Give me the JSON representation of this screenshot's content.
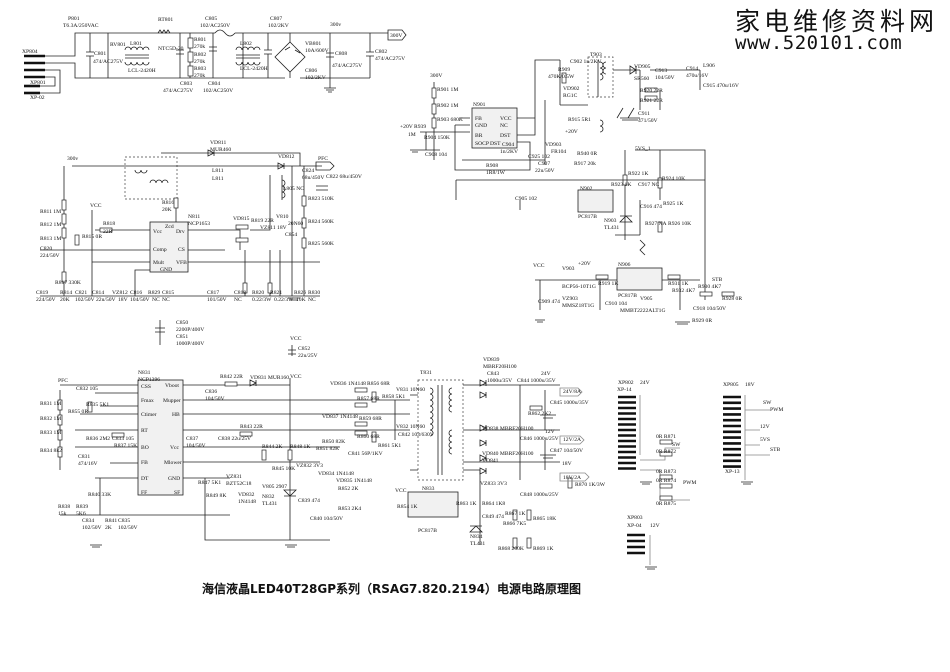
{
  "watermark": {
    "site_name": "家电维修资料网",
    "url": "www.520101.com"
  },
  "title": "海信液晶LED40T28GP系列（RSAG7.820.2194）电源电路原理图",
  "ic_pins": {
    "n901": [
      "FB",
      "GND",
      "BR",
      "SOCP",
      "VCC",
      "NC",
      "DST",
      "DST"
    ],
    "n811": [
      "Vcc",
      "Comp",
      "Mult",
      "GND",
      "Drv",
      "CS",
      "VFB",
      "Zcd"
    ],
    "n831": [
      "CSS",
      "Fmax",
      "Ctimer",
      "RT",
      "BO",
      "FB",
      "DT",
      "FF",
      "Vboot",
      "Mupper",
      "HB",
      "Vcc",
      "Mlower",
      "GND",
      "SF"
    ]
  },
  "labels": [
    "XP804",
    "P801",
    "T6.3A/250VAC",
    "RT801",
    "NTC5D-20",
    "L801",
    "LCL-2420H",
    "C801",
    "474/AC275V",
    "RV801",
    "C805",
    "102/AC250V",
    "R801",
    "270k",
    "R802",
    "270k",
    "R803",
    "270k",
    "C803",
    "474/AC275V",
    "C804",
    "102/AC250V",
    "L802",
    "LCL-2420H",
    "C807",
    "102/2KV",
    "VB801",
    "10A/600V",
    "C806",
    "102/2KV",
    "300v",
    "C808",
    "474/AC275V",
    "C802",
    "474/AC275V",
    "300V",
    "XP801",
    "XP-02",
    "300V",
    "R901 1M",
    "R902 1M",
    "R903 680K",
    "+20V",
    "R939",
    "1M",
    "R904 150K",
    "C908 104",
    "N901",
    "C904",
    "1n/2KV",
    "C925 102",
    "C907",
    "22u/50V",
    "R908",
    "1R8/1W",
    "R909",
    "470K/0.5W",
    "C902 1n/2KV",
    "VD902",
    "RG1C",
    "T903",
    "R915 5R1",
    "VD903",
    "FR104",
    "+20V",
    "R940 0R",
    "R917 20k",
    "VD905",
    "SR560",
    "C913",
    "104/50V",
    "C914",
    "470u/16V",
    "L906",
    "C915 470u/16V",
    "R920 22R",
    "R921 22R",
    "C911",
    "471/50V",
    "5VS_1",
    "R922 1K",
    "R924 10K",
    "N902",
    "PC817B",
    "R923 1K",
    "C917 NC",
    "C916 474",
    "R925 1K",
    "N903",
    "TL431",
    "R927 NA",
    "R926 10K",
    "C905 102",
    "VCC",
    "V903",
    "BCP56-10T1G",
    "+20V",
    "R919 1K",
    "N906",
    "PC817B",
    "R931 1K",
    "C909 474",
    "VZ903",
    "MMSZ18T1G",
    "C910 104",
    "V905",
    "MMBT2222ALT1G",
    "R932 4K7",
    "R930 4K7",
    "STB",
    "R928 0R",
    "C918 104/50V",
    "R929 0R",
    "VD811",
    "MUR460",
    "300v",
    "VD812",
    "PFC",
    "L811",
    "L811",
    "C824",
    "68u/450V",
    "C822 68u/450V",
    "R816",
    "20K",
    "N811",
    "NCP1653",
    "VD815",
    "R819 22R",
    "VZ811 18V",
    "V810",
    "20N60",
    "L805 NC",
    "C854",
    "R811 1M",
    "R812 1M",
    "R813 1M",
    "R815 0R",
    "VCC",
    "R818",
    "22R",
    "C820",
    "224/50V",
    "R817 330K",
    "R823 510K",
    "R824 560K",
    "R825 560K",
    "C819",
    "224/50V",
    "R814",
    "20K",
    "C821",
    "102/50V",
    "C814",
    "22u/50V",
    "VZ812",
    "18V",
    "C816",
    "104/50V",
    "R829",
    "NC",
    "C815",
    "NC",
    "C817",
    "101/50V",
    "C818",
    "NC",
    "R820",
    "0.22/3W",
    "R821",
    "0.22/3W",
    "R826",
    "10K",
    "R830",
    "NC",
    "C850",
    "2200P/400V",
    "C851",
    "1000P/400V",
    "VCC",
    "C852",
    "22u/25V",
    "PFC",
    "N831",
    "NCP1396",
    "R842 22R",
    "VD831 MUR160",
    "VCC",
    "C836",
    "104/50V",
    "C832 105",
    "R831 1M",
    "R832 1M",
    "R833 1M",
    "R834 8k2",
    "R835 5K1",
    "R855 0R",
    "R836 2M2",
    "C833 105",
    "R837 15K",
    "C831",
    "474/16V",
    "C837",
    "104/50V",
    "C838 22u/25V",
    "R843 22R",
    "R844 2K",
    "R848 1K",
    "R845 10K",
    "V805 2907",
    "VZ831",
    "BZT52C18",
    "VZ832 3V3",
    "N832",
    "TL431",
    "C839 474",
    "C840 104/50V",
    "R847 5K1",
    "R849 8K",
    "VD832",
    "1N4148",
    "R840 33K",
    "R838",
    "15k",
    "R839",
    "5K6",
    "C834",
    "102/50V",
    "R841",
    "2K",
    "C835",
    "102/50V",
    "VD836 1N4148",
    "R856 68R",
    "R857 68R",
    "VD837 1N4148",
    "R859 68R",
    "R860 68R",
    "R858 5K1",
    "R861 5K1",
    "V831 10N60",
    "V832 10N60",
    "C841 56P/1KV",
    "C842 103/630V",
    "R851 82K",
    "R850 82K",
    "R852 2K",
    "R853 2K4",
    "VD834 1N4148",
    "VD835 1N4148",
    "T831",
    "VD839",
    "MBRF20H100",
    "C843",
    "1000u/35V",
    "C844 1000u/35V",
    "24V",
    "C845 1000u/35V",
    "R862 2K2",
    "24V/8A",
    "VD838 MBRF20H100",
    "C846 1000u/25V",
    "12V",
    "C847 104/50V",
    "12V/2A",
    "VD840 MBRF20H100",
    "VD841",
    "18V",
    "18V/2A",
    "R870 1K/3W",
    "C848 1000u/25V",
    "VZ833 3V3",
    "VCC",
    "R854 1K",
    "N833",
    "PC817B",
    "R863 1K",
    "R864 1K8",
    "C849 474",
    "R867 1K",
    "R866 7K5",
    "R865 18K",
    "N834",
    "TL431",
    "R868 200K",
    "R869 1K",
    "XP802",
    "XP-14",
    "24V",
    "XP805",
    "18V",
    "XP-13",
    "XP803",
    "XP-04",
    "12V",
    "SW",
    "PWM",
    "0R R871",
    "0R R872",
    "0R R873",
    "0R R874",
    "0R R875",
    "SW",
    "PWM",
    "12V",
    "5VS",
    "STB"
  ]
}
